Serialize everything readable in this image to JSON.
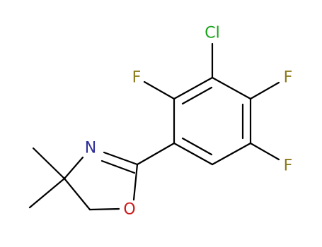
{
  "molecule": {
    "atoms": {
      "cl": {
        "label": "Cl",
        "color": "#1aa31a"
      },
      "f_ortho": {
        "label": "F",
        "color": "#8b7a1a"
      },
      "f_upper_right": {
        "label": "F",
        "color": "#8b7a1a"
      },
      "f_lower_right": {
        "label": "F",
        "color": "#8b7a1a"
      },
      "n": {
        "label": "N",
        "color": "#2f2f9a"
      },
      "o": {
        "label": "O",
        "color": "#cc1a1a"
      }
    }
  }
}
